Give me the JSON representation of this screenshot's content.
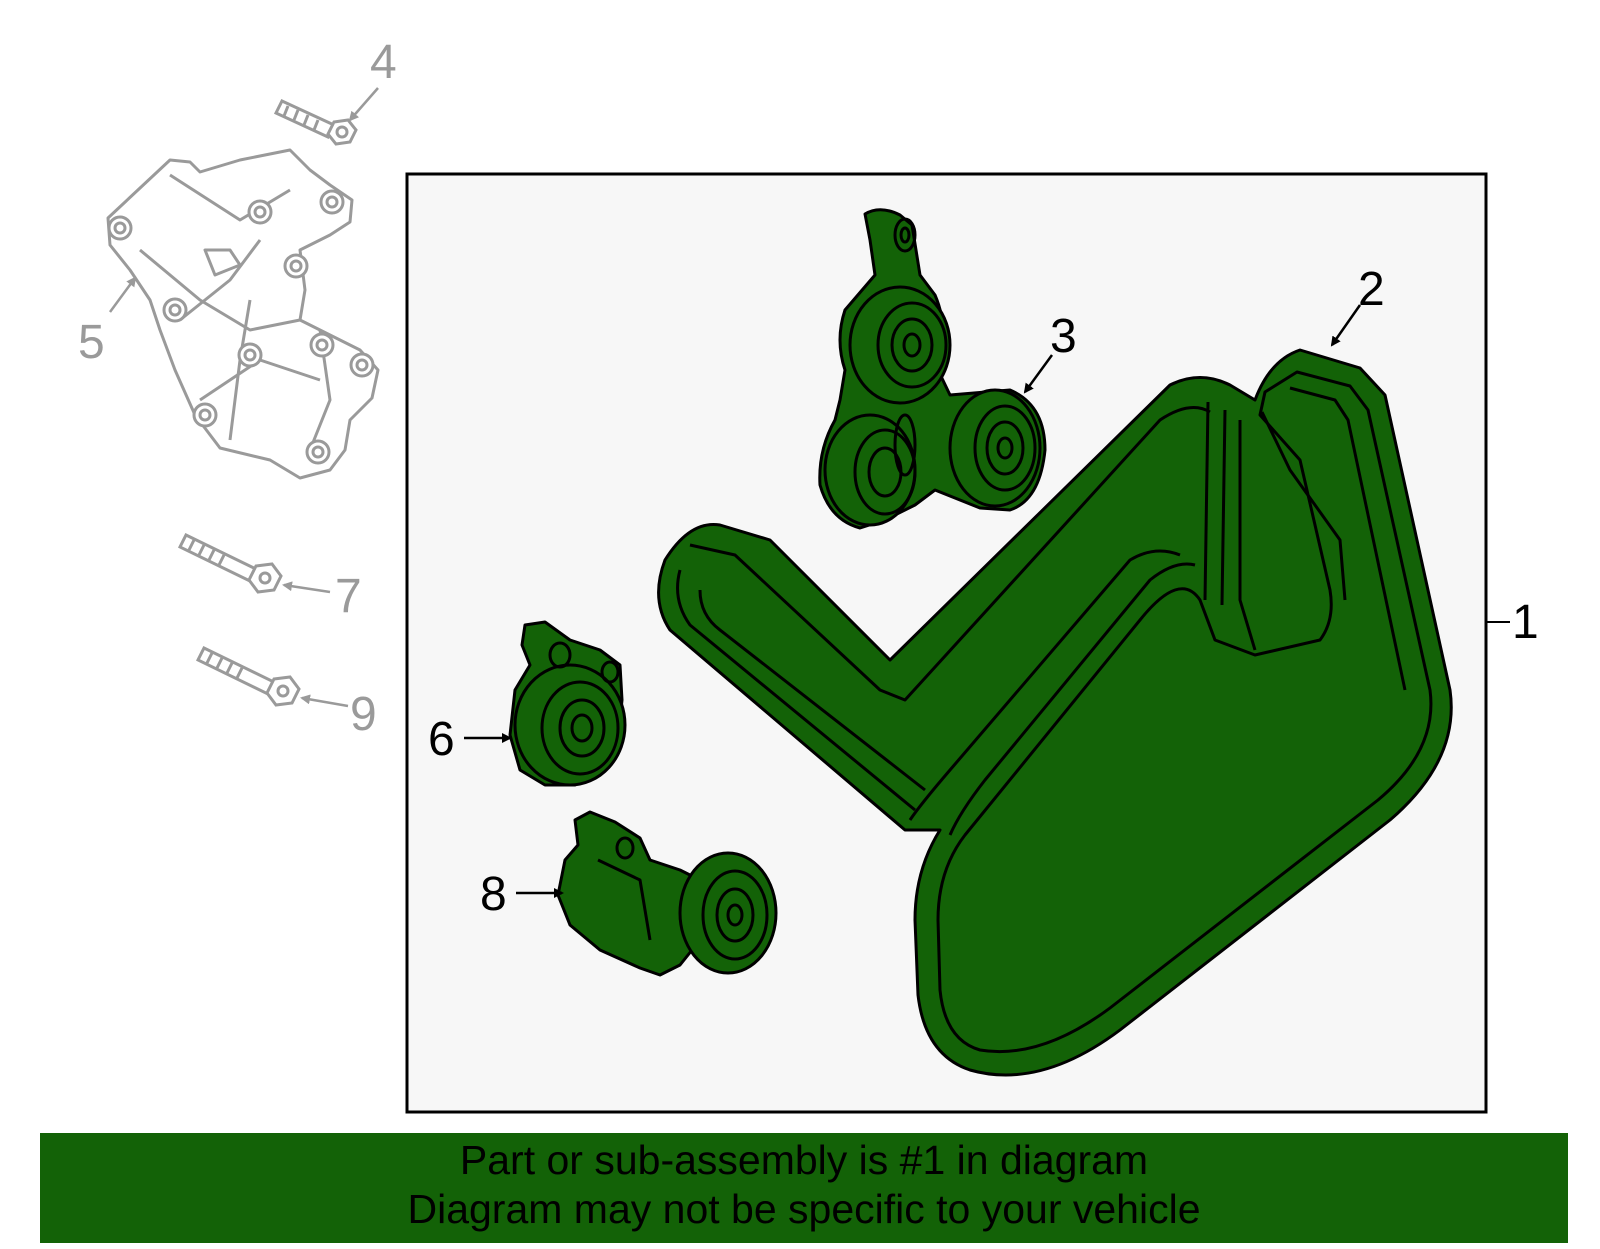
{
  "colors": {
    "highlight": "#136207",
    "outline": "#000000",
    "context_gray": "#9a9a9a",
    "frame_fill": "#f7f7f7"
  },
  "callouts": {
    "c1": "1",
    "c2": "2",
    "c3": "3",
    "c4": "4",
    "c5": "5",
    "c6": "6",
    "c7": "7",
    "c8": "8",
    "c9": "9"
  },
  "caption": {
    "line1": "Part or sub-assembly is #1 in diagram",
    "line2": "Diagram may not be specific to your vehicle"
  }
}
